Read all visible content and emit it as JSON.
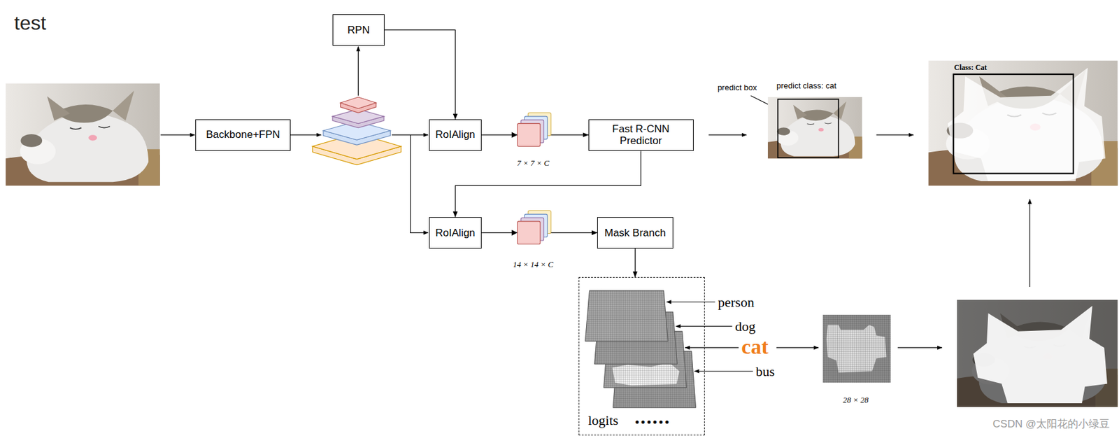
{
  "diagram": {
    "title": "test",
    "nodes": [
      {
        "text": [
          "RPN"
        ]
      },
      {
        "text": [
          "Backbone+FPN"
        ]
      },
      {
        "text": [
          "RoIAlign"
        ]
      },
      {
        "text": [
          "Fast R-CNN Predictor"
        ]
      },
      {
        "text": [
          "RoIAlign"
        ]
      },
      {
        "text": [
          "Mask Branch"
        ]
      },
      {
        "text": [
          "logits",
          "••••••"
        ]
      }
    ],
    "edges": [
      {
        "from": 0,
        "to": 2,
        "arrow": "to"
      },
      {
        "from": 2,
        "to": 3,
        "arrow": "to"
      },
      {
        "from": 3,
        "to": 4,
        "arrow": "to"
      },
      {
        "from": 4,
        "to": 5,
        "arrow": "to"
      },
      {
        "from": 5,
        "to": 6,
        "arrow": "to"
      }
    ],
    "labels": [
      "7 × 7 × C",
      "14 × 14 × C",
      "predict box",
      "predict class: cat",
      "Class: Cat",
      "person",
      "dog",
      "cat",
      "bus",
      "28 × 28",
      "CSDN @太阳花的小绿豆"
    ]
  }
}
